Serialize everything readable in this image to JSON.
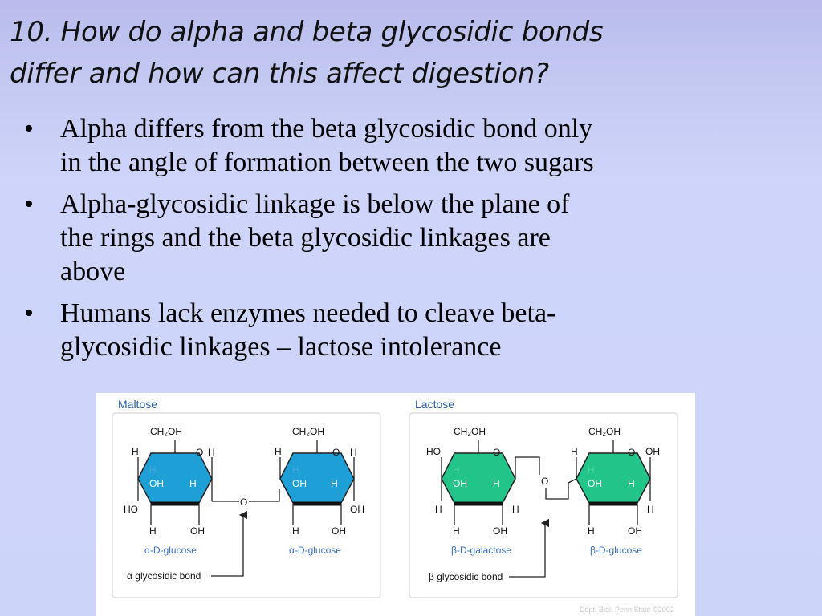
{
  "slide": {
    "title_line1": "10. How do alpha and beta glycosidic bonds",
    "title_line2": "differ and how can this affect digestion?",
    "bullet_glyph": "•",
    "bullets": [
      {
        "line1": "Alpha differs from the beta glycosidic bond only",
        "line2": "in the angle of formation between the two sugars"
      },
      {
        "line1": "Alpha-glycosidic linkage is below the plane of",
        "line2": "the rings and the beta glycosidic linkages are",
        "line3": "above"
      },
      {
        "line1": "Humans lack enzymes needed to cleave beta-",
        "line2": "glycosidic linkages – lactose intolerance"
      }
    ]
  },
  "figure": {
    "maltose": {
      "heading": "Maltose",
      "ch2oh": "CH₂OH",
      "h": "H",
      "oh": "OH",
      "ho": "HO",
      "o": "O",
      "left_name": "α-D-glucose",
      "right_name": "α-D-glucose",
      "bond_label": "α glycosidic bond",
      "ring_color": "#1e9fd6"
    },
    "lactose": {
      "heading": "Lactose",
      "ch2oh": "CH₂OH",
      "h": "H",
      "oh": "OH",
      "ho": "HO",
      "o": "O",
      "left_name": "β-D-galactose",
      "right_name": "β-D-glucose",
      "bond_label": "β glycosidic bond",
      "ring_color": "#22c48a"
    },
    "credit": "Dept. Biol. Penn State ©2002",
    "accent_text": "#2a5ea8",
    "label_blue": "#3a6fbf"
  }
}
